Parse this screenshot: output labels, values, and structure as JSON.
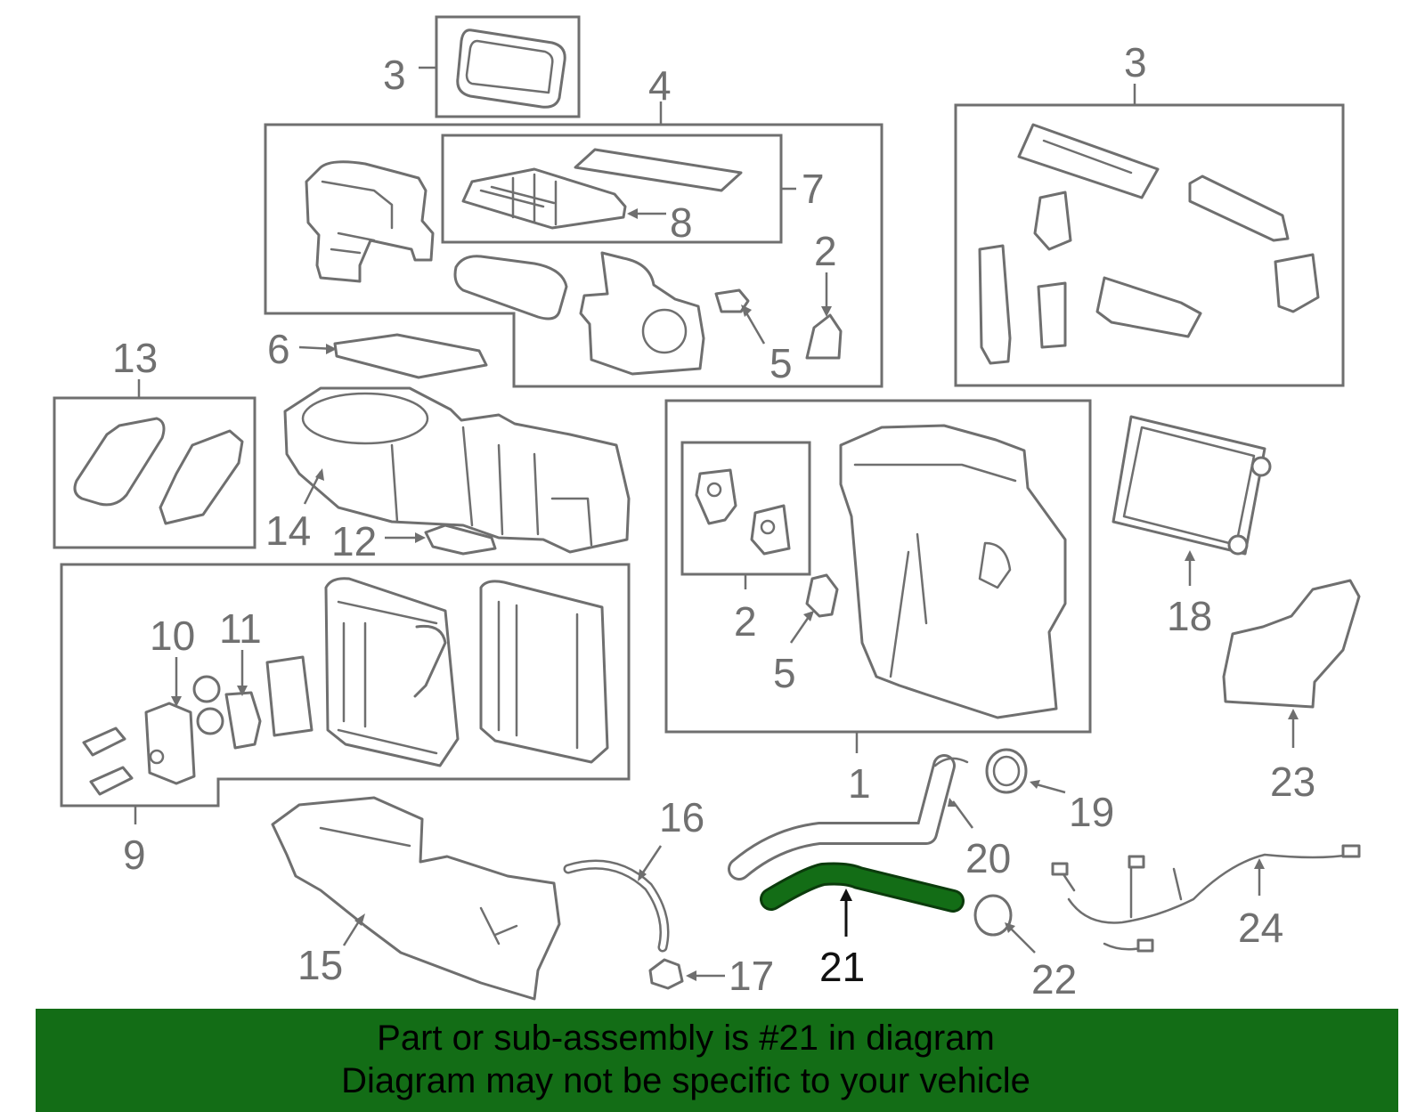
{
  "diagram": {
    "labels": [
      "3",
      "4",
      "7",
      "8",
      "2",
      "6",
      "5",
      "3",
      "13",
      "14",
      "12",
      "2",
      "5",
      "18",
      "10",
      "11",
      "9",
      "1",
      "16",
      "19",
      "20",
      "23",
      "24",
      "21",
      "22",
      "17",
      "15"
    ],
    "highlighted_part": "21",
    "colors": {
      "highlight": "#136d16",
      "line": "#6f6f6f",
      "banner": "#136d16"
    }
  },
  "banner": {
    "line1": "Part or sub-assembly is #21 in diagram",
    "line2": "Diagram may not be specific to your vehicle"
  }
}
